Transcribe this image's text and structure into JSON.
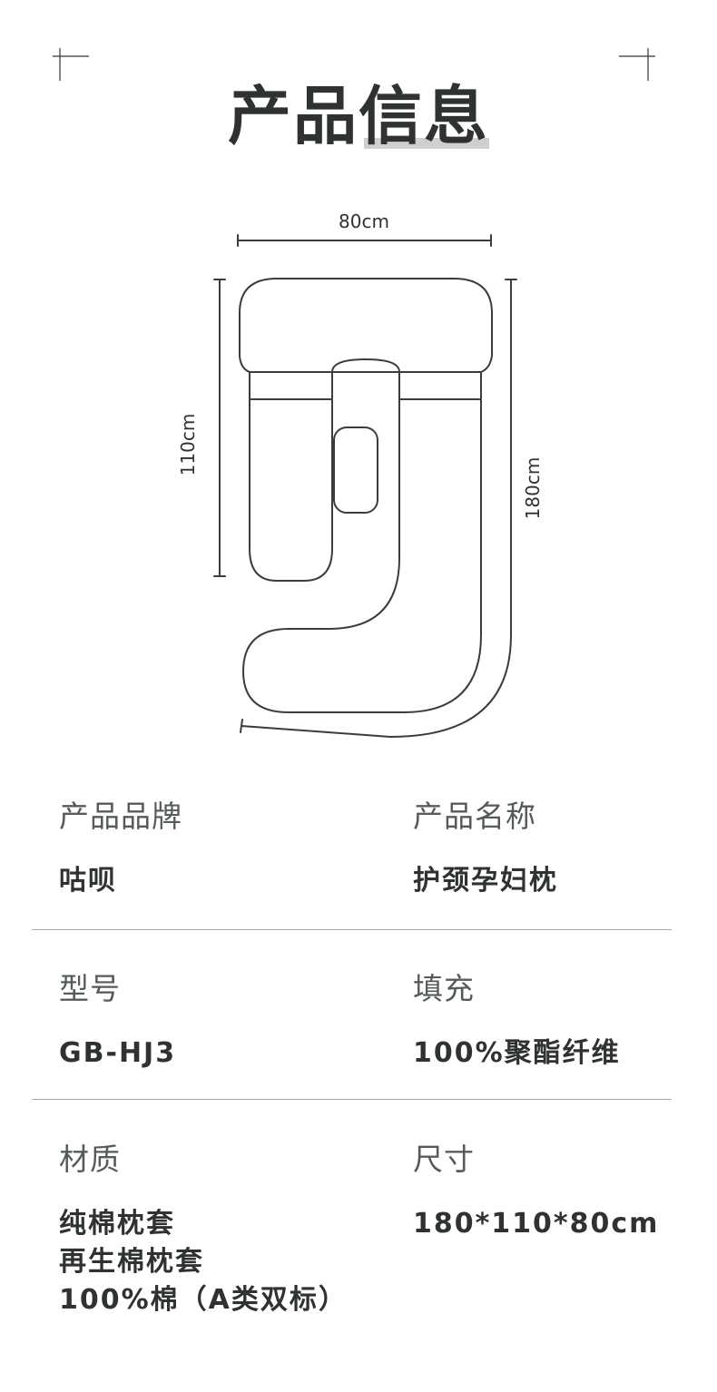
{
  "title": "产品信息",
  "diagram": {
    "width_label": "80cm",
    "height_label": "110cm",
    "length_label": "180cm"
  },
  "info": {
    "brand": {
      "label": "产品品牌",
      "value": "咕呗"
    },
    "name": {
      "label": "产品名称",
      "value": "护颈孕妇枕"
    },
    "model": {
      "label": "型号",
      "value": "GB-HJ3"
    },
    "filling": {
      "label": "填充",
      "value": "100%聚酯纤维"
    },
    "material": {
      "label": "材质",
      "values": [
        "纯棉枕套",
        "再生棉枕套",
        "100%棉（A类双标）"
      ]
    },
    "size": {
      "label": "尺寸",
      "value": "180*110*80cm"
    }
  }
}
